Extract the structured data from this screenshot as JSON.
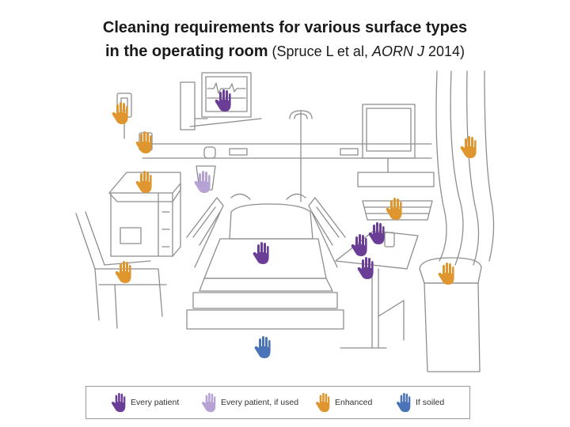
{
  "title": {
    "line1": "Cleaning requirements for various surface types",
    "line2_bold": "in the operating room",
    "line2_cite_prefix": " (Spruce L et al, ",
    "line2_cite_journal": "AORN J",
    "line2_cite_suffix": " 2014)"
  },
  "categories": {
    "every_patient": {
      "label": "Every patient",
      "color": "#6a3d96"
    },
    "every_patient_if_used": {
      "label": "Every patient, if used",
      "color": "#b7a2d4"
    },
    "enhanced": {
      "label": "Enhanced",
      "color": "#e0962e"
    },
    "if_soiled": {
      "label": "If soiled",
      "color": "#4a73b8"
    }
  },
  "legend": [
    {
      "key": "every_patient",
      "label": "Every patient",
      "icon": "hand-icon"
    },
    {
      "key": "every_patient_if_used",
      "label": "Every patient, if used",
      "icon": "hand-icon"
    },
    {
      "key": "enhanced",
      "label": "Enhanced",
      "icon": "hand-icon"
    },
    {
      "key": "if_soiled",
      "label": "If soiled",
      "icon": "hand-icon"
    }
  ],
  "surfaces": [
    {
      "item": "light-switch",
      "category": "enhanced"
    },
    {
      "item": "monitor-screen",
      "category": "every_patient"
    },
    {
      "item": "wall-outlet",
      "category": "enhanced"
    },
    {
      "item": "cabinet-top",
      "category": "enhanced"
    },
    {
      "item": "trash-bin",
      "category": "every_patient_if_used"
    },
    {
      "item": "chair",
      "category": "enhanced"
    },
    {
      "item": "bed-mattress",
      "category": "every_patient"
    },
    {
      "item": "floor",
      "category": "if_soiled"
    },
    {
      "item": "computer-keyboard",
      "category": "enhanced"
    },
    {
      "item": "tray-table",
      "category": "every_patient"
    },
    {
      "item": "tray-table-phone",
      "category": "every_patient"
    },
    {
      "item": "tray-table-edge",
      "category": "every_patient"
    },
    {
      "item": "curtain",
      "category": "enhanced"
    },
    {
      "item": "waste-container",
      "category": "enhanced"
    }
  ]
}
